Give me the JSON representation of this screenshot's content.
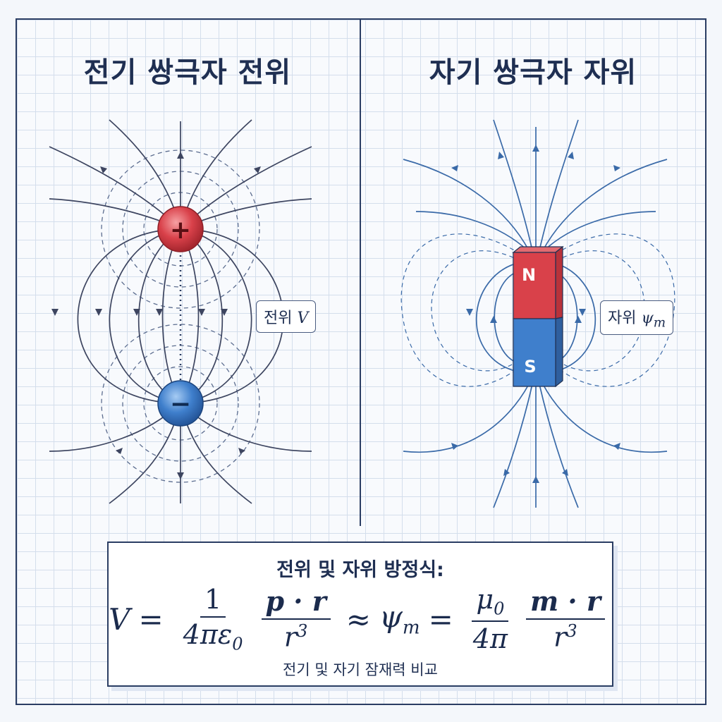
{
  "left_panel": {
    "title": "전기 쌍극자 전위",
    "positive_symbol": "+",
    "negative_symbol": "−",
    "label_prefix": "전위",
    "label_symbol": "V",
    "colors": {
      "positive": "#d9414a",
      "negative": "#3f7fcc",
      "field_lines": "#3d4560",
      "equipotential": "#5d6e90"
    }
  },
  "right_panel": {
    "title": "자기 쌍극자 자위",
    "north_label": "N",
    "south_label": "S",
    "label_prefix": "자위",
    "label_symbol_base": "ψ",
    "label_symbol_sub": "m",
    "colors": {
      "north": "#d9414a",
      "south": "#3f7fcc",
      "field_lines": "#3a6aa8"
    }
  },
  "equation_box": {
    "heading": "전위 및 자위 방정식:",
    "lhs": "V",
    "eq1": "=",
    "frac1_num": "1",
    "frac1_den_base": "4πε",
    "frac1_den_sub": "0",
    "frac2_num": "p · r",
    "frac2_den_base": "r",
    "frac2_den_sup": "3",
    "approx": "≈",
    "psi_base": "ψ",
    "psi_sub": "m",
    "eq2": "=",
    "frac3_num_base": "μ",
    "frac3_num_sub": "0",
    "frac3_den": "4π",
    "frac4_num": "m · r",
    "frac4_den_base": "r",
    "frac4_den_sup": "3",
    "caption": "전기 및 자기 잠재력 비교"
  }
}
